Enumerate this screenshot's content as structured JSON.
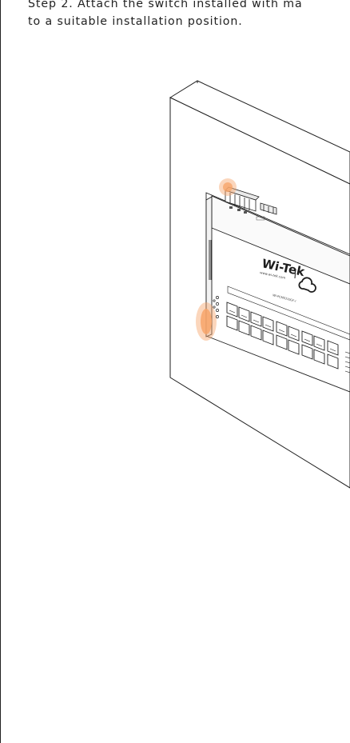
{
  "instruction": {
    "line1": "Step 2. Attach the switch installed with ma",
    "line2": "to a suitable installation position."
  },
  "device": {
    "brand": "Wi-Tek",
    "model": "WI-PCMS310GF-I"
  },
  "colors": {
    "highlight": "#f7a56a",
    "line": "#1e1e1e",
    "background": "#ffffff"
  }
}
